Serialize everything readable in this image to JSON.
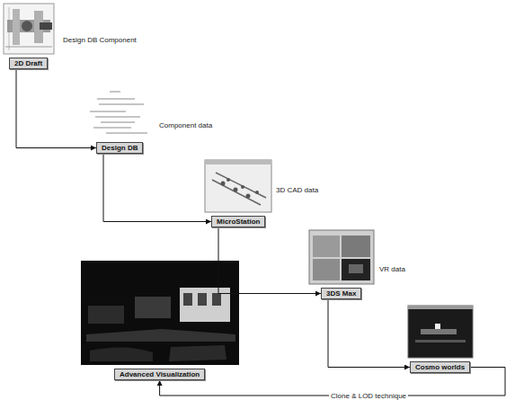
{
  "diagram": {
    "nodes": [
      {
        "text": [
          "2D Draft"
        ]
      },
      {
        "text": [
          "Design DB"
        ]
      },
      {
        "text": [
          "MicroStation"
        ]
      },
      {
        "text": [
          "3DS Max"
        ]
      },
      {
        "text": [
          "Cosmo worlds"
        ]
      },
      {
        "text": [
          "Advanced Visualization"
        ]
      }
    ],
    "edges": [
      {
        "from": 0,
        "to": 1,
        "arrow": "to",
        "label": "Design DB Component"
      },
      {
        "from": 1,
        "to": 2,
        "arrow": "to",
        "label": "Component data"
      },
      {
        "from": 2,
        "to": 3,
        "arrow": "to",
        "label": "3D CAD data"
      },
      {
        "from": 3,
        "to": 4,
        "arrow": "to",
        "label": "VR data"
      },
      {
        "from": 4,
        "to": 5,
        "arrow": "to",
        "label": "Clone & LOD technique"
      }
    ]
  }
}
